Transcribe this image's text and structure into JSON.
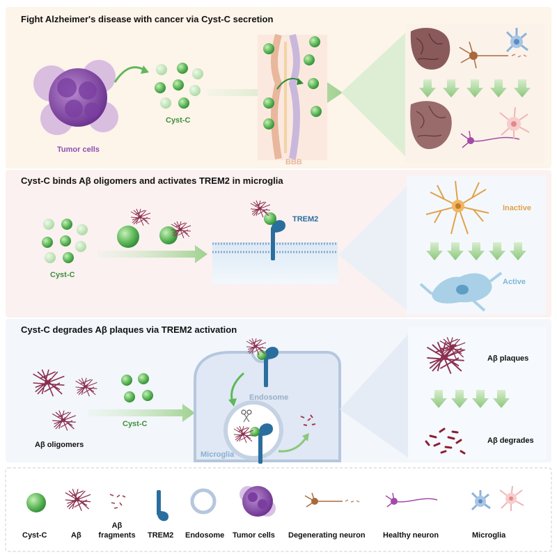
{
  "panels": {
    "top": {
      "title": "Fight Alzheimer's disease with cancer via Cyst-C secretion",
      "tumor_label": "Tumor cells",
      "cystc_label": "Cyst-C",
      "bbb_label": "BBB"
    },
    "middle": {
      "title": "Cyst-C binds  Aβ oligomers and activates TREM2 in  microglia",
      "cystc_label": "Cyst-C",
      "trem2_label": "TREM2",
      "inactive_label": "Inactive",
      "active_label": "Active"
    },
    "bottom": {
      "title": "Cyst-C degrades Aβ plaques via TREM2 activation",
      "oligomers_label": "Aβ oligomers",
      "cystc_label": "Cyst-C",
      "endosome_label": "Endosome",
      "microglia_label": "Microglia",
      "plaques_label": "Aβ plaques",
      "degrades_label": "Aβ degrades"
    }
  },
  "legend": {
    "cystc": "Cyst-C",
    "abeta": "Aβ",
    "frag_line1": "Aβ",
    "frag_line2": "fragments",
    "trem2": "TREM2",
    "endosome": "Endosome",
    "tumor": "Tumor cells",
    "degen": "Degenerating neuron",
    "healthy": "Healthy neuron",
    "microglia": "Microglia"
  },
  "colors": {
    "cystc_green": "#5fb85a",
    "abeta_maroon": "#8b2f4f",
    "trem2_blue": "#2a6e9e",
    "tumor_purple": "#8e4fb0",
    "inactive_orange": "#e0a24a",
    "active_blue": "#7fb6d6"
  }
}
